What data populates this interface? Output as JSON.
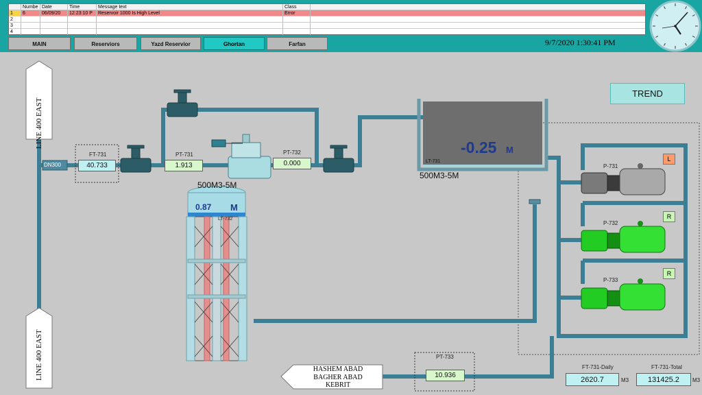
{
  "alarm_table": {
    "headers": [
      "Numbe",
      "Date",
      "Time",
      "Message text",
      "Class"
    ],
    "rows": [
      {
        "idx": "1",
        "number": "6",
        "date": "06/09/20",
        "time": "12:23:10 P",
        "message": "Reservoir 1000 Is High Level",
        "class": "Error"
      },
      {
        "idx": "2",
        "number": "",
        "date": "",
        "time": "",
        "message": "",
        "class": ""
      },
      {
        "idx": "3",
        "number": "",
        "date": "",
        "time": "",
        "message": "",
        "class": ""
      },
      {
        "idx": "4",
        "number": "",
        "date": "",
        "time": "",
        "message": "",
        "class": ""
      }
    ]
  },
  "nav": {
    "main": "MAIN",
    "reservoirs": "Reserviors",
    "yazd": "Yazd Reservior",
    "ghortan": "Ghortan",
    "farfan": "Farfan"
  },
  "datetime": "9/7/2020 1:30:41 PM",
  "trend_label": "TREND",
  "line_left_top": "LINE 400 EAST",
  "line_left_bottom": "LINE 400 EAST",
  "dn_label": "DN300",
  "ft731": {
    "label": "FT-731",
    "value": "40.733"
  },
  "pt731": {
    "label": "PT-731",
    "value": "1.913"
  },
  "pt732": {
    "label": "PT-732",
    "value": "0.000"
  },
  "pt733": {
    "label": "PT-733",
    "value": "10.936"
  },
  "reservoir": {
    "tag": "LT-731",
    "value": "-0.25",
    "unit": "M",
    "caption": "500M3-5M"
  },
  "tower": {
    "tag": "LT-732",
    "value": "0.87",
    "unit": "M",
    "caption": "500M3-5M"
  },
  "pumps": [
    {
      "tag": "P-731",
      "status": "L"
    },
    {
      "tag": "P-732",
      "status": "R"
    },
    {
      "tag": "P-733",
      "status": "R"
    }
  ],
  "outlet": {
    "line1": "HASHEM ABAD",
    "line2": "BAGHER ABAD",
    "line3": "KEBRIT"
  },
  "ft_daily": {
    "label": "FT-731-Daily",
    "value": "2620.7",
    "unit": "M3"
  },
  "ft_total": {
    "label": "FT-731-Total",
    "value": "131425.2",
    "unit": "M3"
  },
  "colors": {
    "header_bar": "#19a6a2",
    "pipe": "#3c7f95",
    "pump_running": "#22dd22",
    "pump_idle": "#8a8a8a",
    "alarm_row": "#f08a8a"
  }
}
